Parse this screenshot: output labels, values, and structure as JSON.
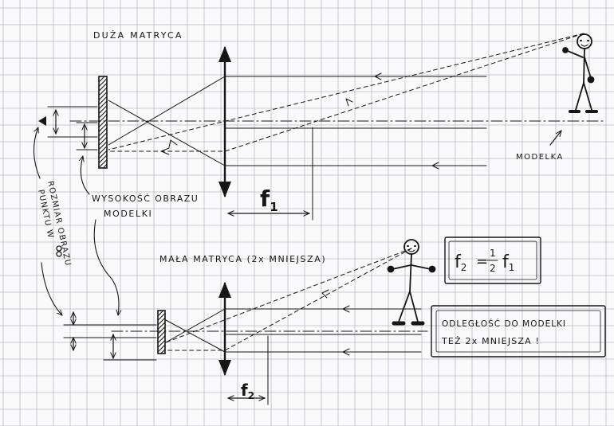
{
  "labels": {
    "big_sensor": "DUŻA MATRYCA",
    "model": "MODELKA",
    "image_height_line1": "WYSOKOŚĆ OBRAZU",
    "image_height_line2": "MODELKI",
    "pixel_size_line1": "ROZMIAR OBRAZU",
    "pixel_size_line2": "PUNKTU W",
    "f1": "f",
    "f1_sub": "1",
    "small_sensor": "MAŁA MATRYCA (2x MNIEJSZA)",
    "f2": "f",
    "f2_sub": "2",
    "formula_lhs": "f",
    "formula_lhs_sub": "2",
    "formula_eq": "=",
    "formula_num": "1",
    "formula_den": "2",
    "formula_rhs": "f",
    "formula_rhs_sub": "1",
    "distance_line1": "ODLEGŁOŚĆ DO MODELKI",
    "distance_line2": "TEŻ 2x MNIEJSZA !"
  },
  "colors": {
    "ink": "#161616",
    "paper": "#fafafa",
    "grid": "#b9b9c9"
  }
}
